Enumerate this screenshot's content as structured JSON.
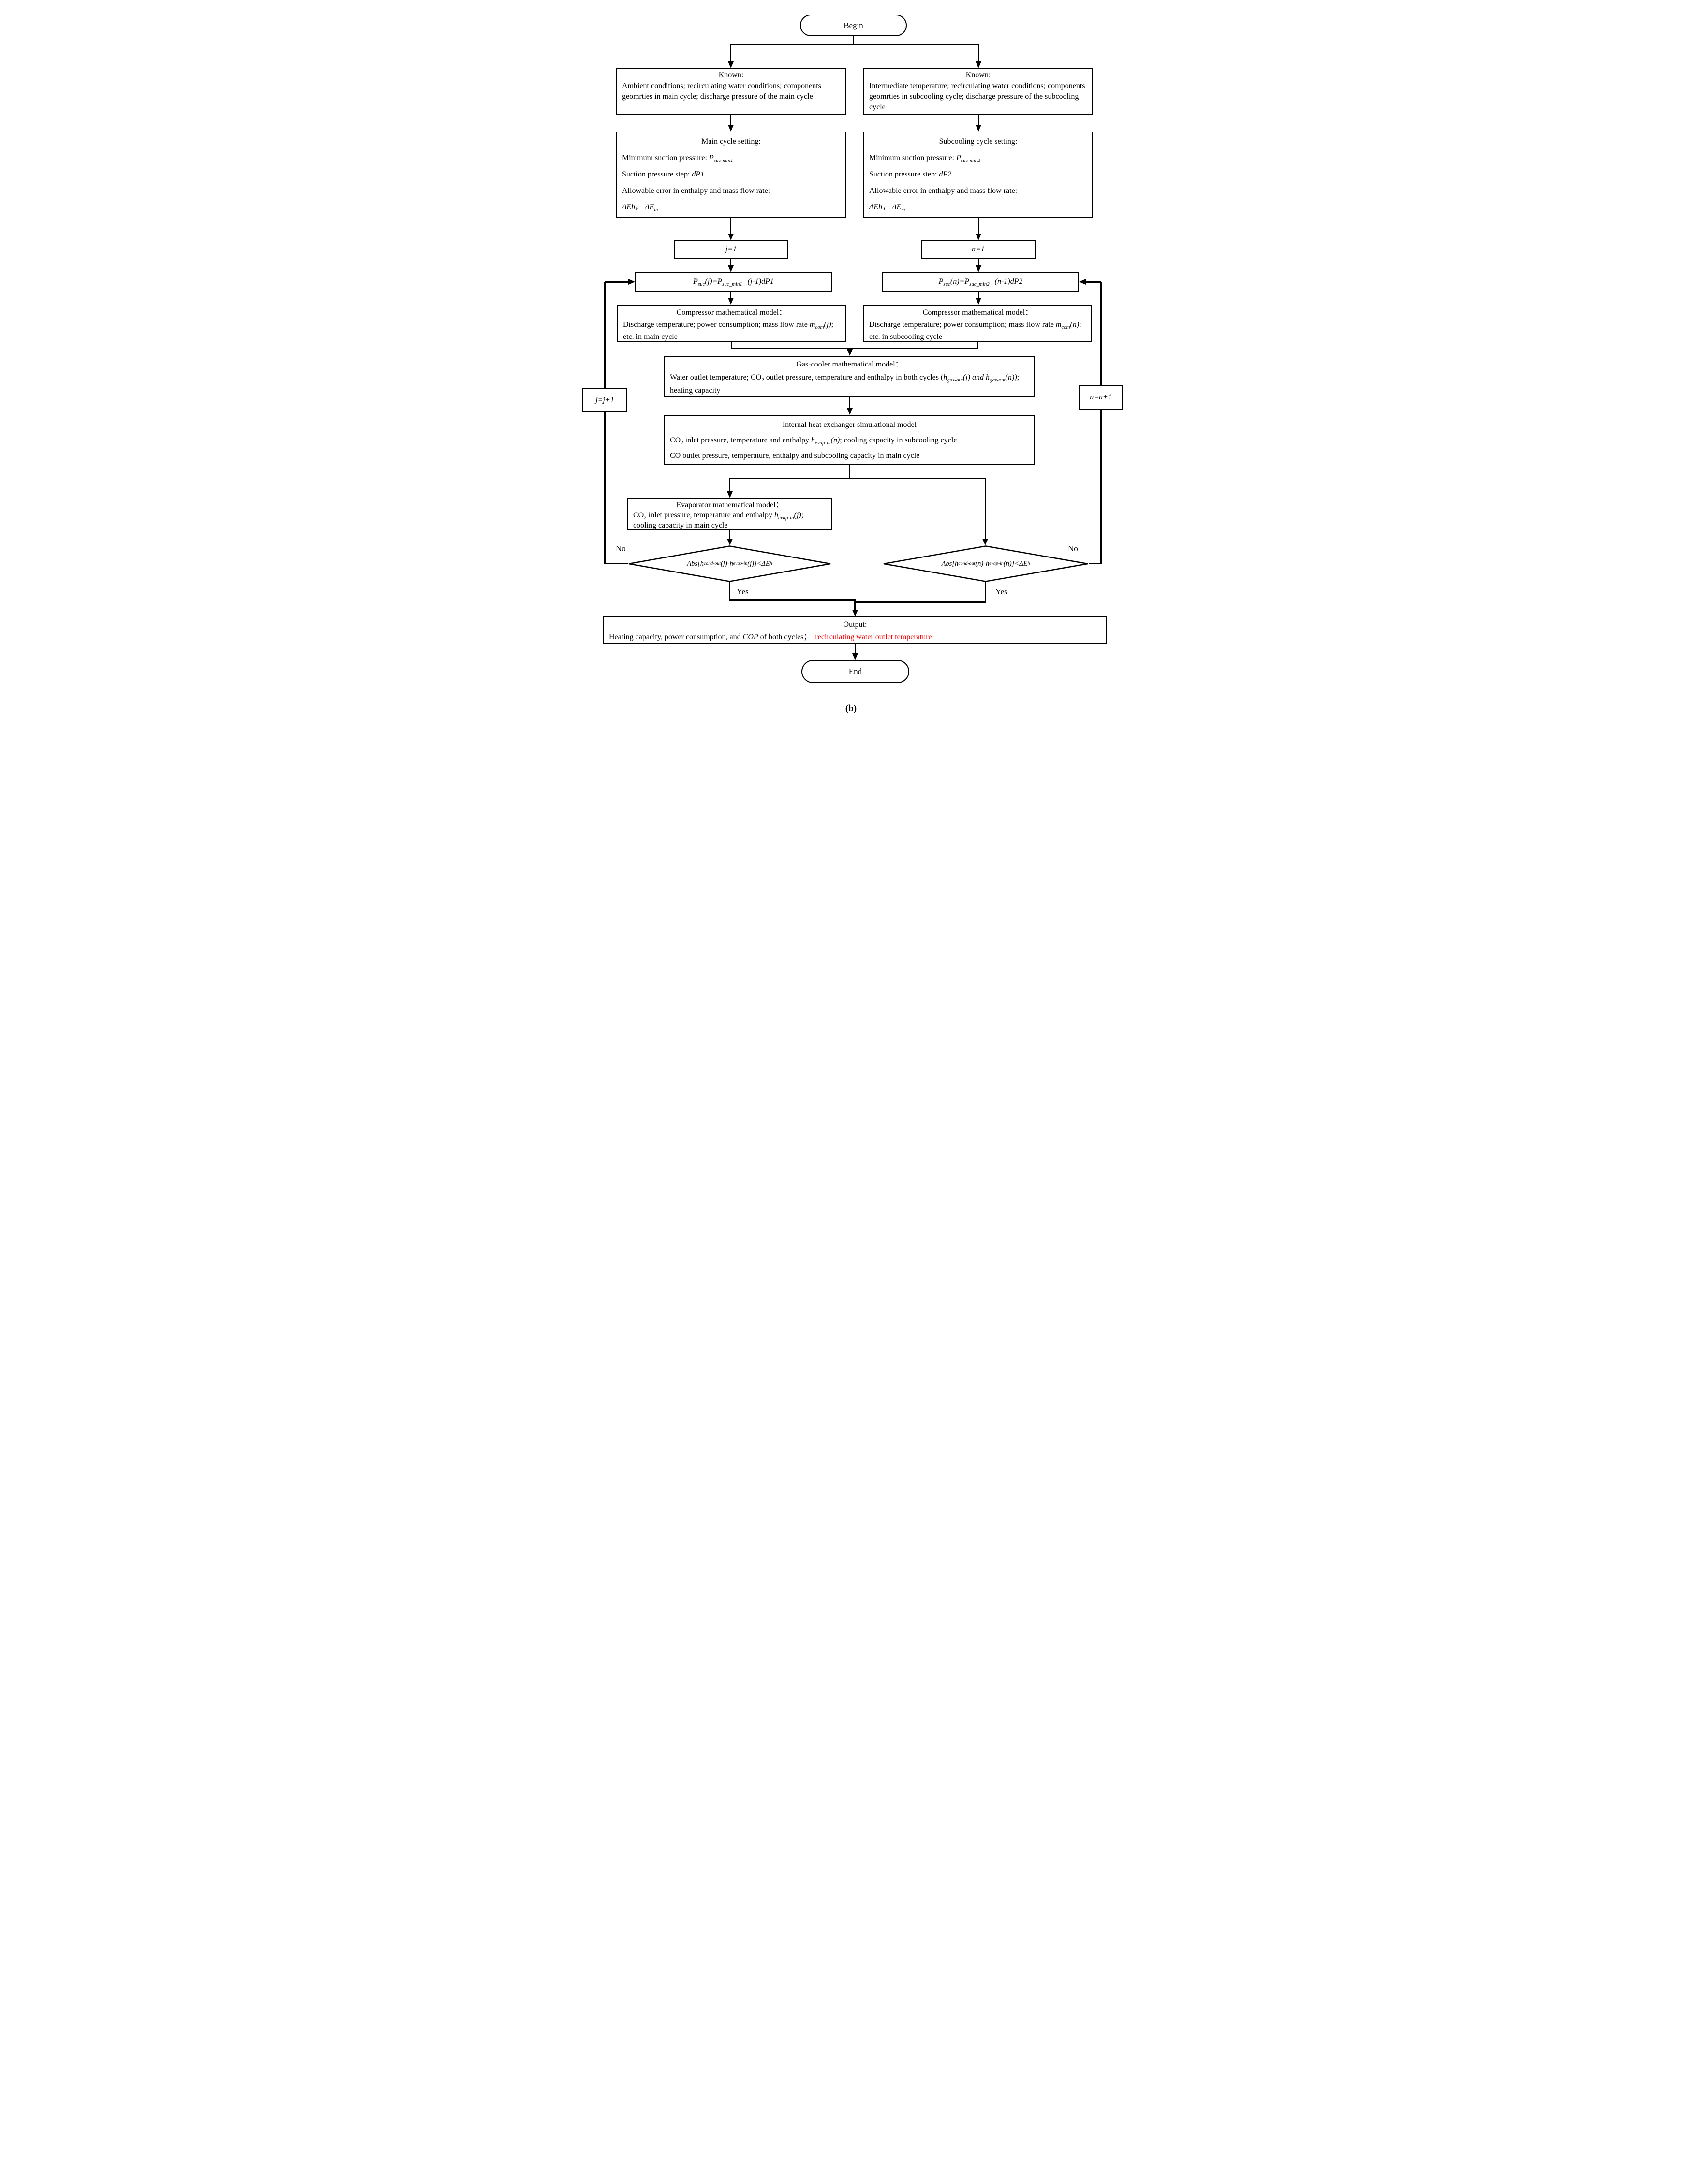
{
  "caption": "(b)",
  "colors": {
    "line": "#000000",
    "red": "#FF0000",
    "background": "#FFFFFF"
  },
  "terminals": {
    "begin": "Begin",
    "end": "End"
  },
  "labels": {
    "yes": "Yes",
    "no": "No"
  },
  "boxes": {
    "known_left": {
      "title": "Known:",
      "body": [
        {
          "t": "Ambient conditions; recirculating water conditions; components geomrties in  main cycle; discharge pressure of the main cycle"
        }
      ]
    },
    "known_right": {
      "title": "Known:",
      "body": [
        {
          "t": "Intermediate temperature; recirculating water conditions; components geomrties in subcooling cycle; discharge pressure of the subcooling cycle"
        }
      ]
    },
    "setting_left": {
      "title": "Main cycle setting:",
      "lines": [
        [
          {
            "t": "Minimum suction pressure: "
          },
          {
            "t": "P",
            "i": 1
          },
          {
            "t": "suc-min1",
            "i": 1,
            "s": 1
          }
        ],
        [
          {
            "t": "Suction pressure step: "
          },
          {
            "t": "dP",
            "i": 1
          },
          {
            "t": "1",
            "i": 1
          }
        ],
        [
          {
            "t": "Allowable error in enthalpy and mass flow rate:"
          }
        ],
        [
          {
            "t": "ΔE",
            "i": 1
          },
          {
            "t": "h",
            "i": 1
          },
          {
            "t": "，"
          },
          {
            "t": " "
          },
          {
            "t": "ΔE",
            "i": 1
          },
          {
            "t": "m",
            "i": 1,
            "s": 1
          }
        ]
      ]
    },
    "setting_right": {
      "title": "Subcooling cycle setting:",
      "lines": [
        [
          {
            "t": "Minimum suction pressure: "
          },
          {
            "t": "P",
            "i": 1
          },
          {
            "t": "suc-min2",
            "i": 1,
            "s": 1
          }
        ],
        [
          {
            "t": "Suction pressure step: "
          },
          {
            "t": "dP",
            "i": 1
          },
          {
            "t": "2",
            "i": 1
          }
        ],
        [
          {
            "t": "Allowable error in enthalpy and mass flow rate:"
          }
        ],
        [
          {
            "t": "ΔE",
            "i": 1
          },
          {
            "t": "h",
            "i": 1
          },
          {
            "t": "，"
          },
          {
            "t": " "
          },
          {
            "t": "ΔE",
            "i": 1
          },
          {
            "t": "m",
            "i": 1,
            "s": 1
          }
        ]
      ]
    },
    "init_left": [
      {
        "t": "j=1",
        "i": 1
      }
    ],
    "init_right": [
      {
        "t": "n=1",
        "i": 1
      }
    ],
    "psuc_left": [
      {
        "t": "P",
        "i": 1
      },
      {
        "t": "suc",
        "i": 1,
        "s": 1
      },
      {
        "t": "(j)=",
        "i": 1
      },
      {
        "t": "P",
        "i": 1
      },
      {
        "t": "suc_min1",
        "i": 1,
        "s": 1
      },
      {
        "t": "+(j-1)dP",
        "i": 1
      },
      {
        "t": "1",
        "i": 1
      }
    ],
    "psuc_right": [
      {
        "t": "P",
        "i": 1
      },
      {
        "t": "suc",
        "i": 1,
        "s": 1
      },
      {
        "t": "(n)=",
        "i": 1
      },
      {
        "t": "P",
        "i": 1
      },
      {
        "t": "suc_min2",
        "i": 1,
        "s": 1
      },
      {
        "t": "+(n-1)dP",
        "i": 1
      },
      {
        "t": "2",
        "i": 1
      }
    ],
    "compressor_left": {
      "title": "Compressor mathematical model：",
      "body": [
        {
          "t": "Discharge temperature; power consumption; mass flow rate "
        },
        {
          "t": "m",
          "i": 1
        },
        {
          "t": "com",
          "i": 1,
          "s": 1
        },
        {
          "t": "(j)",
          "i": 1
        },
        {
          "t": "; etc. in main cycle"
        }
      ]
    },
    "compressor_right": {
      "title": "Compressor mathematical model：",
      "body": [
        {
          "t": "Discharge temperature; power consumption; mass flow rate "
        },
        {
          "t": "m",
          "i": 1
        },
        {
          "t": "com",
          "i": 1,
          "s": 1
        },
        {
          "t": "(n)",
          "i": 1
        },
        {
          "t": "; etc. in subcooling cycle"
        }
      ]
    },
    "gascooler": {
      "title": "Gas-cooler mathematical model：",
      "body": [
        {
          "t": "Water outlet temperature; CO"
        },
        {
          "t": "2",
          "s": 1
        },
        {
          "t": " outlet pressure, temperature and enthalpy in both cycles ("
        },
        {
          "t": "h",
          "i": 1
        },
        {
          "t": "gas-out",
          "i": 1,
          "s": 1
        },
        {
          "t": "(j)",
          "i": 1
        },
        {
          "t": " and ",
          "i": 1
        },
        {
          "t": "h",
          "i": 1
        },
        {
          "t": "gas-out",
          "i": 1,
          "s": 1
        },
        {
          "t": "(n))",
          "i": 1
        },
        {
          "t": "; heating capacity"
        }
      ]
    },
    "ihx": {
      "title": "Internal heat exchanger simulational model",
      "body1": [
        {
          "t": "CO"
        },
        {
          "t": "2",
          "s": 1
        },
        {
          "t": " inlet pressure, temperature and enthalpy "
        },
        {
          "t": "h",
          "i": 1
        },
        {
          "t": "evap-in",
          "i": 1,
          "s": 1
        },
        {
          "t": "(n)",
          "i": 1
        },
        {
          "t": "; cooling capacity in subcooling cycle"
        }
      ],
      "body2": [
        {
          "t": "CO outlet pressure, temperature, enthalpy and subcooling capacity in main cycle"
        }
      ]
    },
    "evaporator": {
      "title": "Evaporator mathematical model：",
      "body": [
        {
          "t": "CO"
        },
        {
          "t": "2",
          "s": 1
        },
        {
          "t": " inlet pressure, temperature and enthalpy "
        },
        {
          "t": "h",
          "i": 1
        },
        {
          "t": "evap-in",
          "i": 1,
          "s": 1
        },
        {
          "t": "(j)",
          "i": 1
        },
        {
          "t": "; cooling capacity in main cycle"
        }
      ]
    },
    "incr_left": [
      {
        "t": "j=j+1",
        "i": 1
      }
    ],
    "incr_right": [
      {
        "t": "n=n+1",
        "i": 1
      }
    ],
    "decision_left": [
      {
        "t": "Abs[",
        "i": 1
      },
      {
        "t": "h",
        "i": 1
      },
      {
        "t": "cond-out",
        "i": 1,
        "s": 1
      },
      {
        "t": "(j)-",
        "i": 1
      },
      {
        "t": "h",
        "i": 1
      },
      {
        "t": "evap-in",
        "i": 1,
        "s": 1
      },
      {
        "t": "(j)]<",
        "i": 1
      },
      {
        "t": "ΔE",
        "i": 1
      },
      {
        "t": "h",
        "i": 1,
        "s": 1
      }
    ],
    "decision_right": [
      {
        "t": "Abs[",
        "i": 1
      },
      {
        "t": "h",
        "i": 1
      },
      {
        "t": "cond-out",
        "i": 1,
        "s": 1
      },
      {
        "t": "(n)-",
        "i": 1
      },
      {
        "t": "h",
        "i": 1
      },
      {
        "t": "evap-in",
        "i": 1,
        "s": 1
      },
      {
        "t": "(n)]<",
        "i": 1
      },
      {
        "t": "ΔE",
        "i": 1
      },
      {
        "t": "h",
        "i": 1,
        "s": 1
      }
    ],
    "output": {
      "title": "Output:",
      "body": [
        {
          "t": "Heating capacity, power consumption, and "
        },
        {
          "t": "COP",
          "i": 1
        },
        {
          "t": " of both cycles"
        },
        {
          "t": "；  "
        },
        {
          "t": "recirculating water outlet temperature",
          "c": "red"
        }
      ]
    }
  }
}
